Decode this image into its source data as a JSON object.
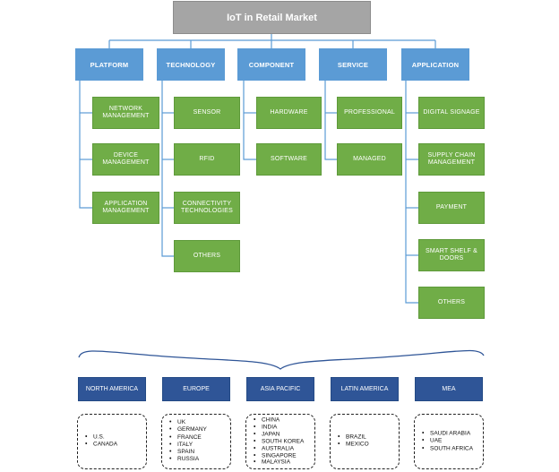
{
  "title": "IoT in Retail Market",
  "colors": {
    "title_bg": "#a5a5a5",
    "category_bg": "#5b9bd5",
    "leaf_bg": "#70ad47",
    "region_bg": "#2f5597",
    "connector": "#5b9bd5"
  },
  "categories": [
    {
      "label": "PLATFORM",
      "items": [
        "NETWORK MANAGEMENT",
        "DEVICE MANAGEMENT",
        "APPLICATION MANAGEMENT"
      ]
    },
    {
      "label": "TECHNOLOGY",
      "items": [
        "SENSOR",
        "RFID",
        "CONNECTIVITY TECHNOLOGIES",
        "OTHERS"
      ]
    },
    {
      "label": "COMPONENT",
      "items": [
        "HARDWARE",
        "SOFTWARE"
      ]
    },
    {
      "label": "SERVICE",
      "items": [
        "PROFESSIONAL",
        "MANAGED"
      ]
    },
    {
      "label": "APPLICATION",
      "items": [
        "DIGITAL SIGNAGE",
        "SUPPLY CHAIN MANAGEMENT",
        "PAYMENT",
        "SMART SHELF & DOORS",
        "OTHERS"
      ]
    }
  ],
  "regions": [
    {
      "label": "NORTH AMERICA",
      "countries": [
        "U.S.",
        "CANADA"
      ]
    },
    {
      "label": "EUROPE",
      "countries": [
        "UK",
        "GERMANY",
        "FRANCE",
        "ITALY",
        "SPAIN",
        "RUSSIA"
      ]
    },
    {
      "label": "ASIA PACIFIC",
      "countries": [
        "CHINA",
        "INDIA",
        "JAPAN",
        "SOUTH KOREA",
        "AUSTRALIA",
        "SINGAPORE",
        "MALAYSIA"
      ]
    },
    {
      "label": "LATIN AMERICA",
      "countries": [
        "BRAZIL",
        "MEXICO"
      ]
    },
    {
      "label": "MEA",
      "countries": [
        "SAUDI ARABIA",
        "UAE",
        "SOUTH AFRICA"
      ]
    }
  ]
}
